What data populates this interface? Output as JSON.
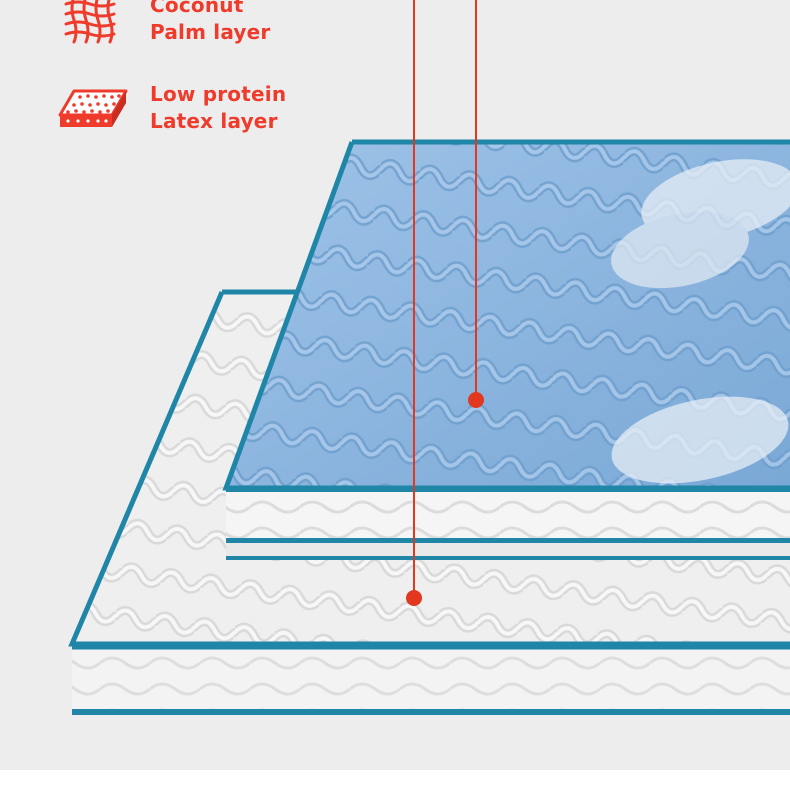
{
  "legend": {
    "items": [
      {
        "icon": "grid-mesh-icon",
        "line1": "Coconut",
        "line2": "Palm layer"
      },
      {
        "icon": "latex-foam-icon",
        "line1": "Low protein",
        "line2": "Latex layer"
      }
    ]
  },
  "colors": {
    "accent": "#ee3b2b",
    "background": "#ededed",
    "mattress_top_blue": "#8fb8e0",
    "mattress_trim_teal": "#1f86a8",
    "mattress_white": "#f4f4f4"
  }
}
